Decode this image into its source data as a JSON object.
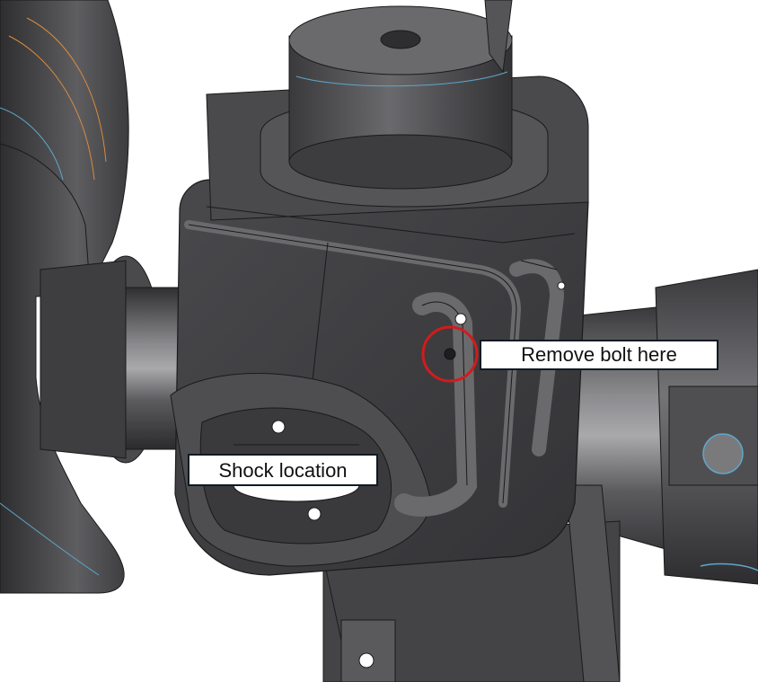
{
  "image": {
    "subject": "3D CAD render of a cast suspension knuckle / axle housing",
    "palette": {
      "background": "#ffffff",
      "metal_dark": "#3b3b3d",
      "metal_mid": "#58585b",
      "metal_light": "#7d7d80",
      "edge_lines": "#1a1a1a",
      "highlight_blue": "#5fa6c9",
      "highlight_orange": "#d98b3a",
      "marker_red": "#d21b1b"
    }
  },
  "annotations": {
    "remove_bolt": {
      "label": "Remove bolt here"
    },
    "shock_location": {
      "label": "Shock location"
    }
  },
  "marker": {
    "shape": "circle",
    "color": "#d21b1b"
  }
}
